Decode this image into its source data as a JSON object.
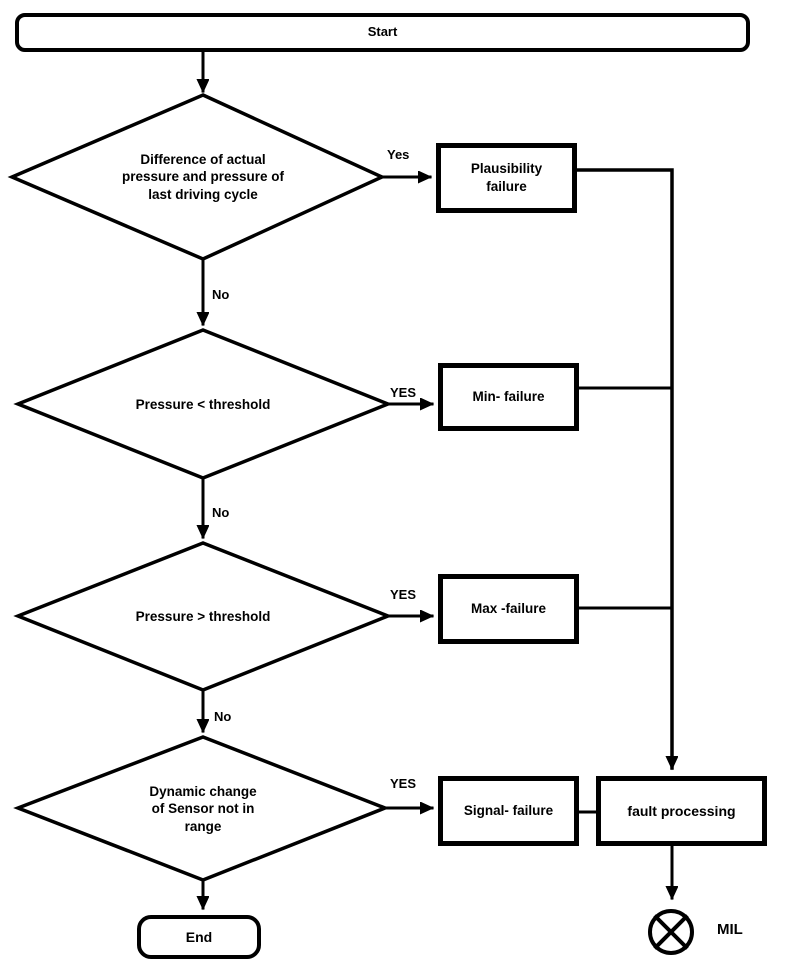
{
  "flowchart": {
    "start_label": "Start",
    "end_label": "End",
    "decisions": [
      {
        "lines": [
          "Difference of actual",
          "pressure and pressure of",
          "last driving cycle"
        ],
        "yes": "Yes",
        "no": "No"
      },
      {
        "lines": [
          "Pressure < threshold"
        ],
        "yes": "YES",
        "no": "No"
      },
      {
        "lines": [
          "Pressure > threshold"
        ],
        "yes": "YES",
        "no": "No"
      },
      {
        "lines": [
          "Dynamic change",
          "of Sensor not in",
          "range"
        ],
        "yes": "YES"
      }
    ],
    "actions": [
      {
        "lines": [
          "Plausibility",
          "failure"
        ]
      },
      {
        "lines": [
          "Min- failure"
        ]
      },
      {
        "lines": [
          "Max -failure"
        ]
      },
      {
        "lines": [
          "Signal- failure"
        ]
      }
    ],
    "fault_processing_label": "fault processing",
    "mil_label": "MIL",
    "colors": {
      "ink": "#000000",
      "background": "#ffffff"
    }
  }
}
